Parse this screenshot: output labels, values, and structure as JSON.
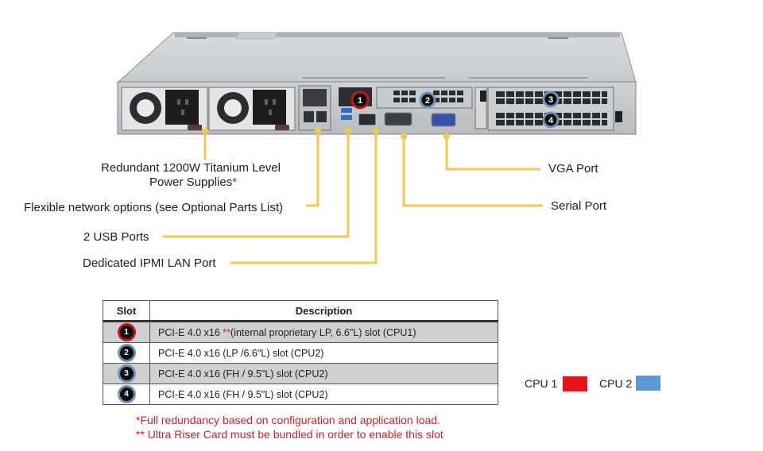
{
  "diagram": {
    "callouts": {
      "psu_line1": "Redundant  1200W Titanium  Level",
      "psu_line2": "Power Supplies",
      "psu_mark": "*",
      "network": "Flexible network  options (see Optional  Parts List)",
      "usb": "2 USB Ports",
      "ipmi": "Dedicated IPMI  LAN Port",
      "vga": "VGA Port",
      "serial": "Serial Port"
    },
    "slot_badges": [
      "1",
      "2",
      "3",
      "4"
    ],
    "callout_color": "#f2c94c"
  },
  "table": {
    "headers": [
      "Slot",
      "Description"
    ],
    "rows": [
      {
        "slot": "1",
        "cpu": "cpu1",
        "pre": "PCI-E 4.0 x16 ",
        "mark": "**",
        "post": "(internal  proprietary  LP, 6.6\"L) slot  (CPU1)"
      },
      {
        "slot": "2",
        "cpu": "cpu2",
        "pre": "PCI-E 4.0 x16 (LP /6.6\"L) slot (CPU2)",
        "mark": "",
        "post": ""
      },
      {
        "slot": "3",
        "cpu": "cpu2",
        "pre": "PCI-E 4.0 x16 (FH / 9.5\"L) slot (CPU2)",
        "mark": "",
        "post": ""
      },
      {
        "slot": "4",
        "cpu": "cpu2",
        "pre": "PCI-E 4.0 x16 (FH / 9.5\"L) slot (CPU2)",
        "mark": "",
        "post": ""
      }
    ]
  },
  "notes": {
    "line1": "*Full redundancy based on configuration and application load.",
    "line2": "** Ultra Riser Card must be bundled  in order to enable this slot"
  },
  "legend": {
    "cpu1_label": "CPU 1",
    "cpu1_color": "#e8131b",
    "cpu2_label": "CPU 2",
    "cpu2_color": "#5b9bd5"
  }
}
